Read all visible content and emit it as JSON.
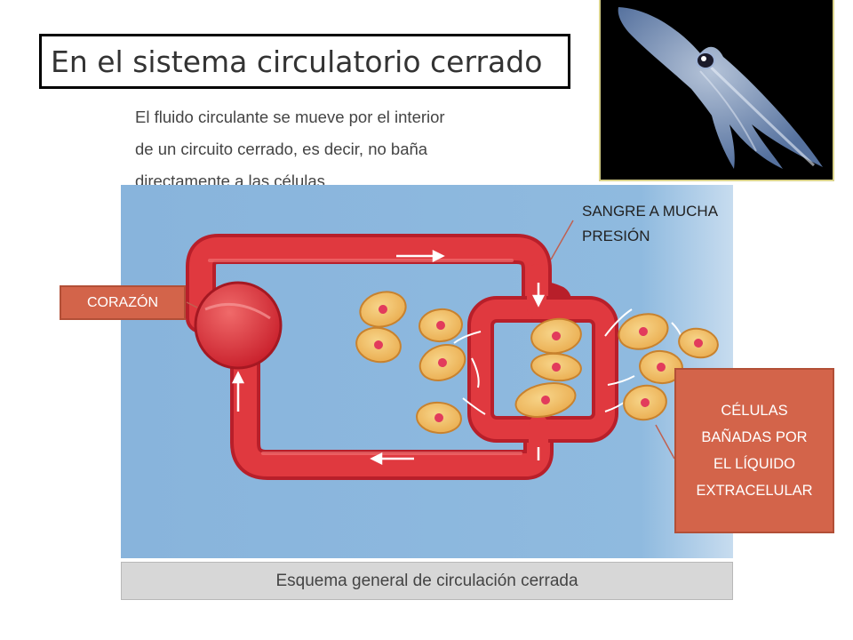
{
  "title": "En el sistema circulatorio cerrado",
  "intro": {
    "line1": "El fluido circulante se mueve por el interior",
    "line2": "de un circuito cerrado, es decir, no baña",
    "line3": "directamente a las células."
  },
  "labels": {
    "sangre_line1": "SANGRE A MUCHA",
    "sangre_line2": "PRESIÓN",
    "corazon": "CORAZÓN",
    "celulas_line1": "CÉLULAS",
    "celulas_line2": "BAÑADAS POR",
    "celulas_line3": "EL LÍQUIDO",
    "celulas_line4": "EXTRACELULAR"
  },
  "caption": "Esquema general de circulación cerrada",
  "colors": {
    "diagram_background": "#8ab6dd",
    "vessel": "#d8363b",
    "cell": "#f2c36a",
    "nucleus": "#e23b5c",
    "callout_fill": "#d3644a"
  },
  "icons": {
    "photo": "squid-photo"
  }
}
